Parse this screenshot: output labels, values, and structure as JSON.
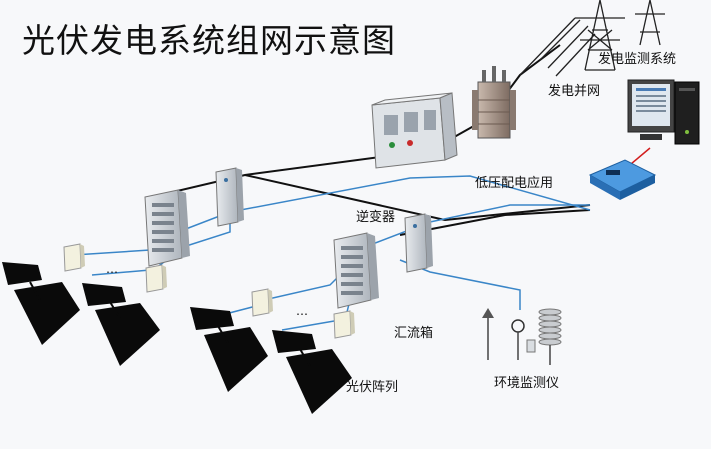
{
  "diagram": {
    "title": "光伏发电系统组网示意图",
    "labels": {
      "monitoring_system": "发电监测系统",
      "grid": "发电并网",
      "low_voltage_load": "低压配电应用",
      "inverter": "逆变器",
      "combiner_box": "汇流箱",
      "pv_array": "光伏阵列",
      "env_monitor": "环境监测仪"
    },
    "ellipsis": "…",
    "colors": {
      "ac_line": "#111111",
      "dc_line": "#3a86c8",
      "comm_line": "#d21e1e",
      "panel": "#0a0a0a",
      "cabinet": "#cfd4da",
      "data_logger": "#2f7fd0"
    }
  }
}
